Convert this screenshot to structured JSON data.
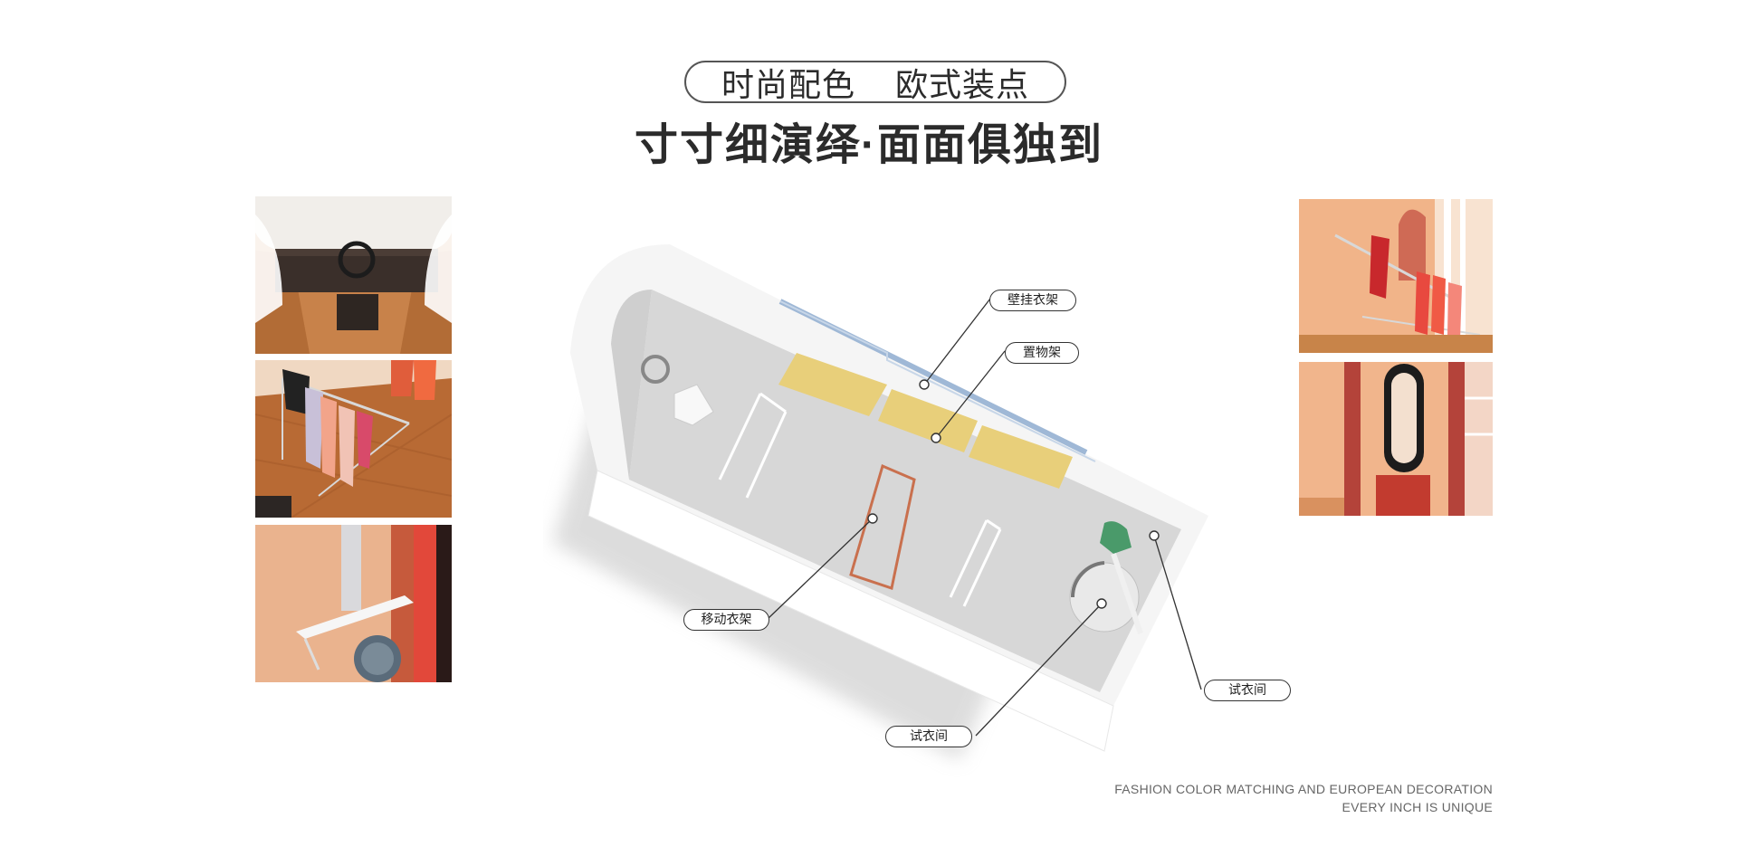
{
  "header": {
    "pill_left": "时尚配色",
    "pill_right": "欧式装点",
    "headline": "寸寸细演绎·面面俱独到"
  },
  "callouts": {
    "wall_rack": "壁挂衣架",
    "shelf": "置物架",
    "mobile_rack": "移动衣架",
    "fitting_room_right": "试衣间",
    "fitting_room_bottom": "试衣间"
  },
  "footer": {
    "line1": "FASHION COLOR MATCHING AND EUROPEAN DECORATION",
    "line2": "EVERY INCH IS UNIQUE"
  },
  "colors": {
    "wood": "#c87a3c",
    "shelf_yellow": "#e8cf7a",
    "rack_copper": "#c9704e",
    "wall_blue": "#9fb8d6",
    "seat_green": "#4a9a6a",
    "peach_wall": "#f3b98d",
    "curtain_red": "#b2453b"
  }
}
